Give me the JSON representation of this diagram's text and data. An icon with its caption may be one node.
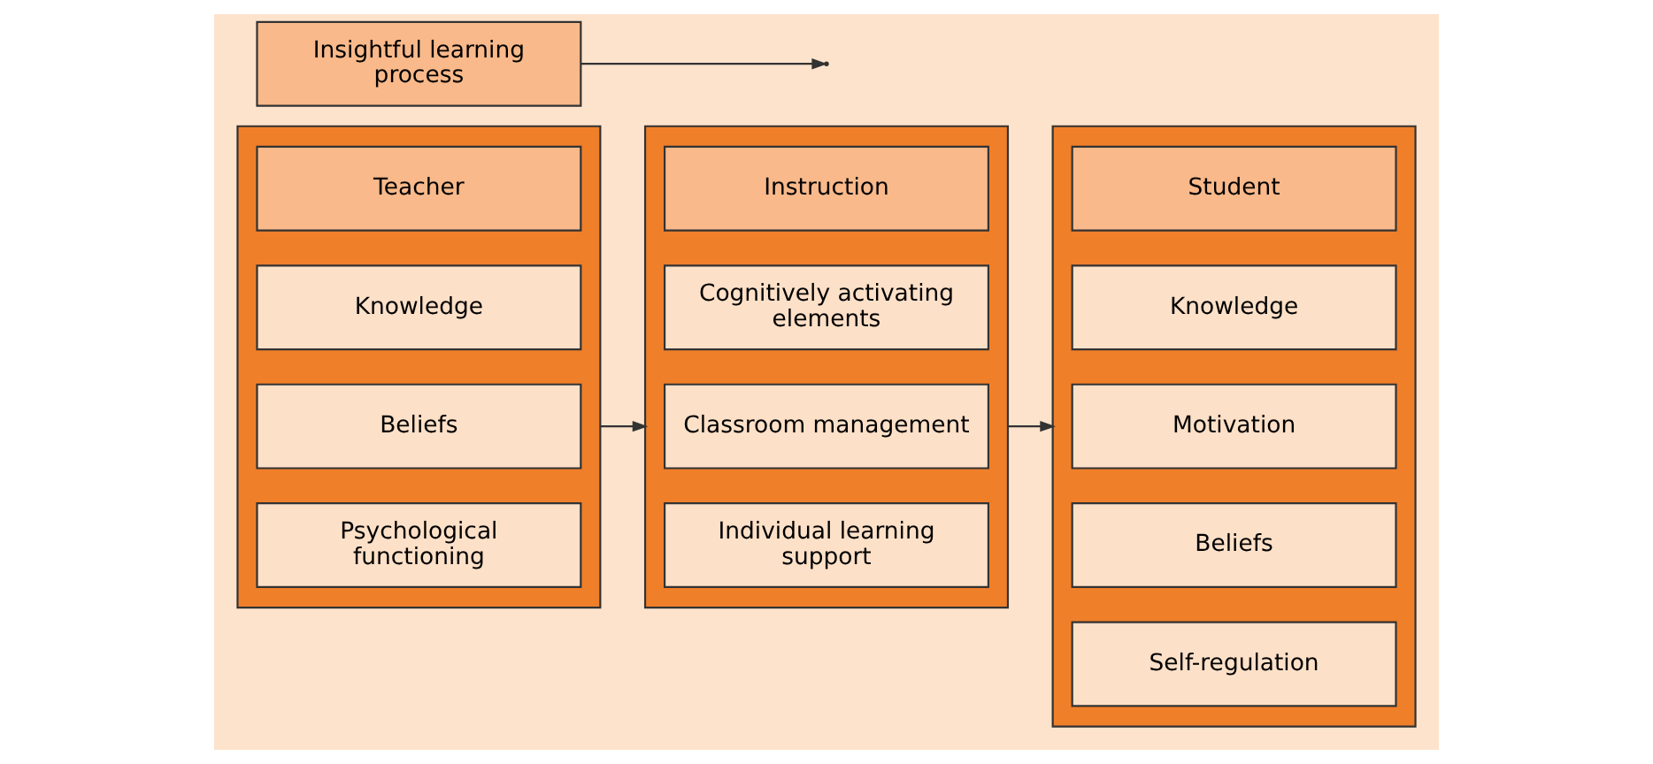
{
  "diagram": {
    "nodes": [
      {
        "text": [],
        "shape": "box"
      },
      {
        "text": [
          "Teacher"
        ],
        "in": 0
      },
      {
        "text": [
          "Knowledge"
        ],
        "in": 0
      },
      {
        "text": [
          "Beliefs"
        ],
        "in": 0
      },
      {
        "text": [
          "Psychological functioning"
        ],
        "in": 0
      },
      {
        "text": [],
        "shape": "box"
      },
      {
        "text": [
          "Instruction"
        ],
        "in": 5
      },
      {
        "text": [
          "Cognitively activating elements"
        ],
        "in": 5
      },
      {
        "text": [
          "Classroom management"
        ],
        "in": 5
      },
      {
        "text": [
          "Individual learning support"
        ],
        "in": 5
      },
      {
        "text": [
          "Insightful learning process"
        ]
      },
      {
        "text": [],
        "shape": "box"
      },
      {
        "text": [
          "Student"
        ],
        "in": 11
      },
      {
        "text": [
          "Knowledge"
        ],
        "in": 11
      },
      {
        "text": [
          "Motivation"
        ],
        "in": 11
      },
      {
        "text": [
          "Beliefs"
        ],
        "in": 11
      },
      {
        "text": [
          "Self-regulation"
        ],
        "in": 11
      }
    ],
    "edges": [
      {
        "from": 0,
        "to": 5,
        "arrow": "to"
      },
      {
        "from": 5,
        "to": 11,
        "arrow": "to"
      },
      {
        "from": 10,
        "to": null,
        "arrow": "to"
      }
    ]
  }
}
